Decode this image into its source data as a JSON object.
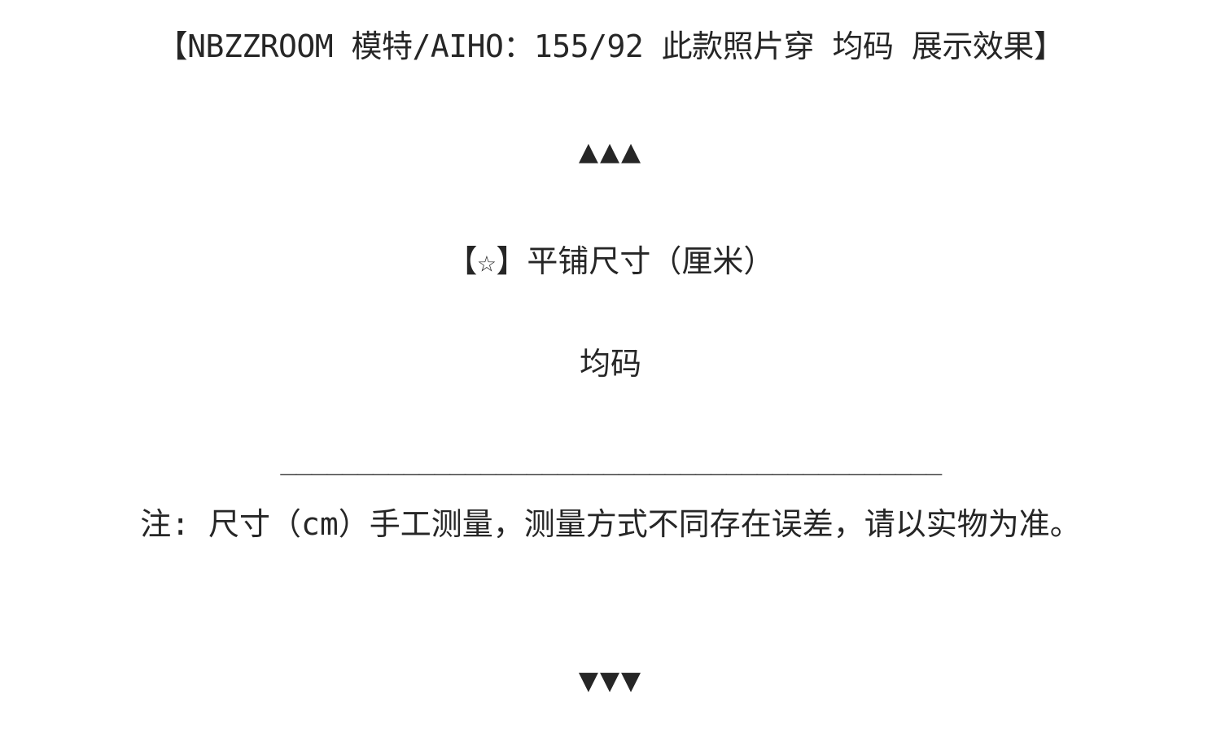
{
  "model_title": "【NBZZROOM 模特/AIHO：155/92 此款照片穿 均码 展示效果】",
  "arrows_up": "▲▲▲",
  "size_section": {
    "header": "【☆】平铺尺寸（厘米）",
    "size_value": "均码"
  },
  "divider_text": "___________________________________________",
  "measurement_note": "注: 尺寸（cm）手工测量，测量方式不同存在误差，请以实物为准。",
  "arrows_down": "▼▼▼"
}
